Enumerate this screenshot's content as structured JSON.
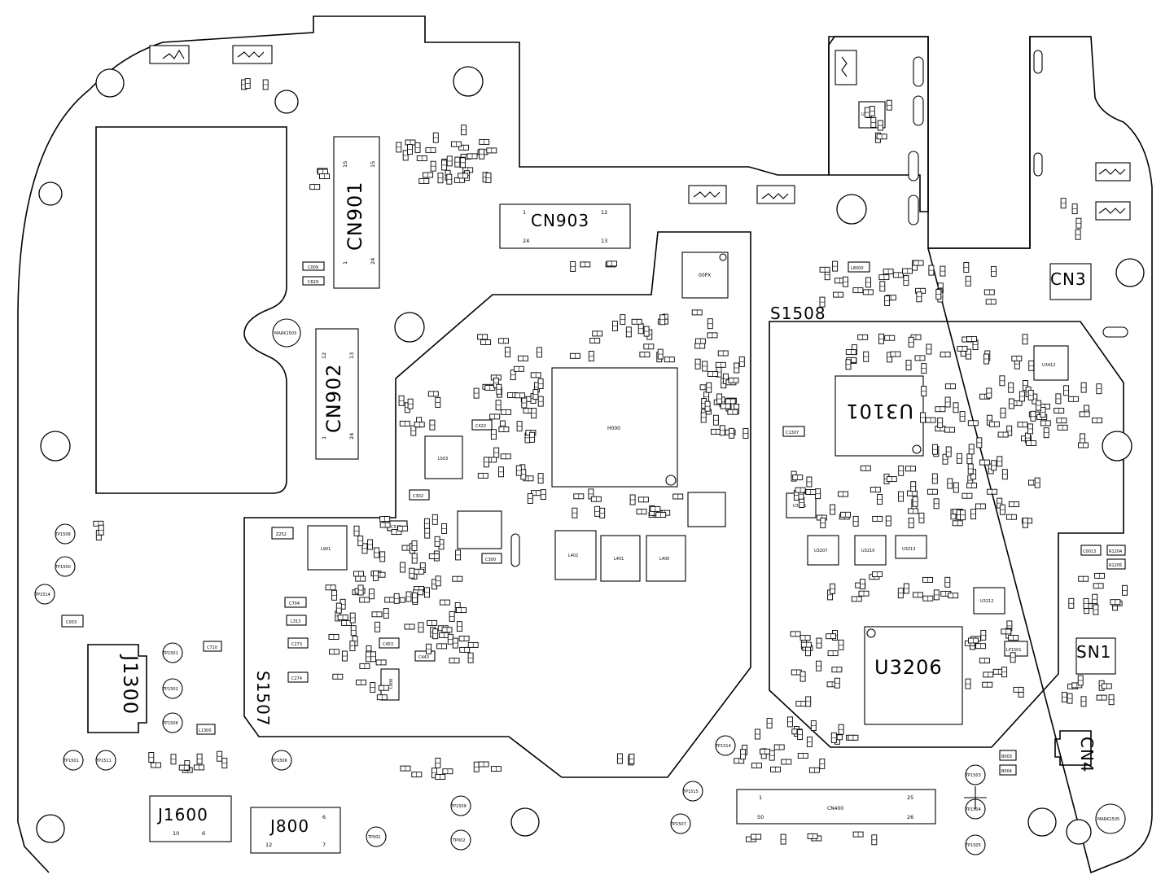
{
  "components": {
    "cn901": "CN901",
    "cn902": "CN902",
    "cn903": "CN903",
    "cn3": "CN3",
    "s1508": "S1508",
    "s1507": "S1507",
    "u3101": "U3101",
    "u3206": "U3206",
    "sn1": "SN1",
    "j1300": "J1300",
    "j1600": "J1600",
    "j800": "J800",
    "cn400": "CN400",
    "cn4": "CN4",
    "mark1503": "MARK1503",
    "mark1505": "MARK1505",
    "u3421": "U3421",
    "u3412": "U3412",
    "l503": "L503",
    "l901": "L901",
    "l402": "L402",
    "l401": "L401",
    "l400": "L400",
    "h000": "H000",
    "px00": "00PX"
  },
  "pins": {
    "cn901": [
      "15",
      "15",
      "1",
      "24"
    ],
    "cn902": [
      "12",
      "13",
      "1",
      "24"
    ],
    "cn903": [
      "1",
      "12",
      "24",
      "13"
    ],
    "cn400": [
      "1",
      "25",
      "50",
      "26"
    ],
    "j1600": [
      "10",
      "6"
    ],
    "j800": [
      "6",
      "12",
      "7"
    ]
  },
  "test_points": [
    "TP1508",
    "TP1500",
    "TP1514",
    "TP1501",
    "TP1502",
    "TP1506",
    "TP1501",
    "TP1511",
    "TP1506",
    "TP1509",
    "TP001",
    "TP002",
    "TP1515",
    "TP1507",
    "TP1514",
    "TP1503",
    "TP1504",
    "TP1505"
  ],
  "small_labels": {
    "c003": "C003",
    "c710": "C710",
    "c009": "C009",
    "c629": "C629",
    "u3207": "U3207",
    "u3210": "U3210",
    "u3213": "U3213",
    "u3211": "U3211",
    "u3212": "U3212",
    "c1307": "C1307",
    "b003": "B003",
    "b004": "B004",
    "c0013": "C0013",
    "r1204": "R1204",
    "r1205": "R1205",
    "c302": "C302",
    "c300": "C300",
    "c422": "C422",
    "c453": "C453",
    "c443": "C443",
    "c515": "C515",
    "c704": "C704",
    "c273": "C273",
    "c274": "C274",
    "l313": "L313",
    "z252": "Z252",
    "l900": "L900",
    "lp1501": "LP1501",
    "l8000": "L8000",
    "l1300": "L1300"
  }
}
